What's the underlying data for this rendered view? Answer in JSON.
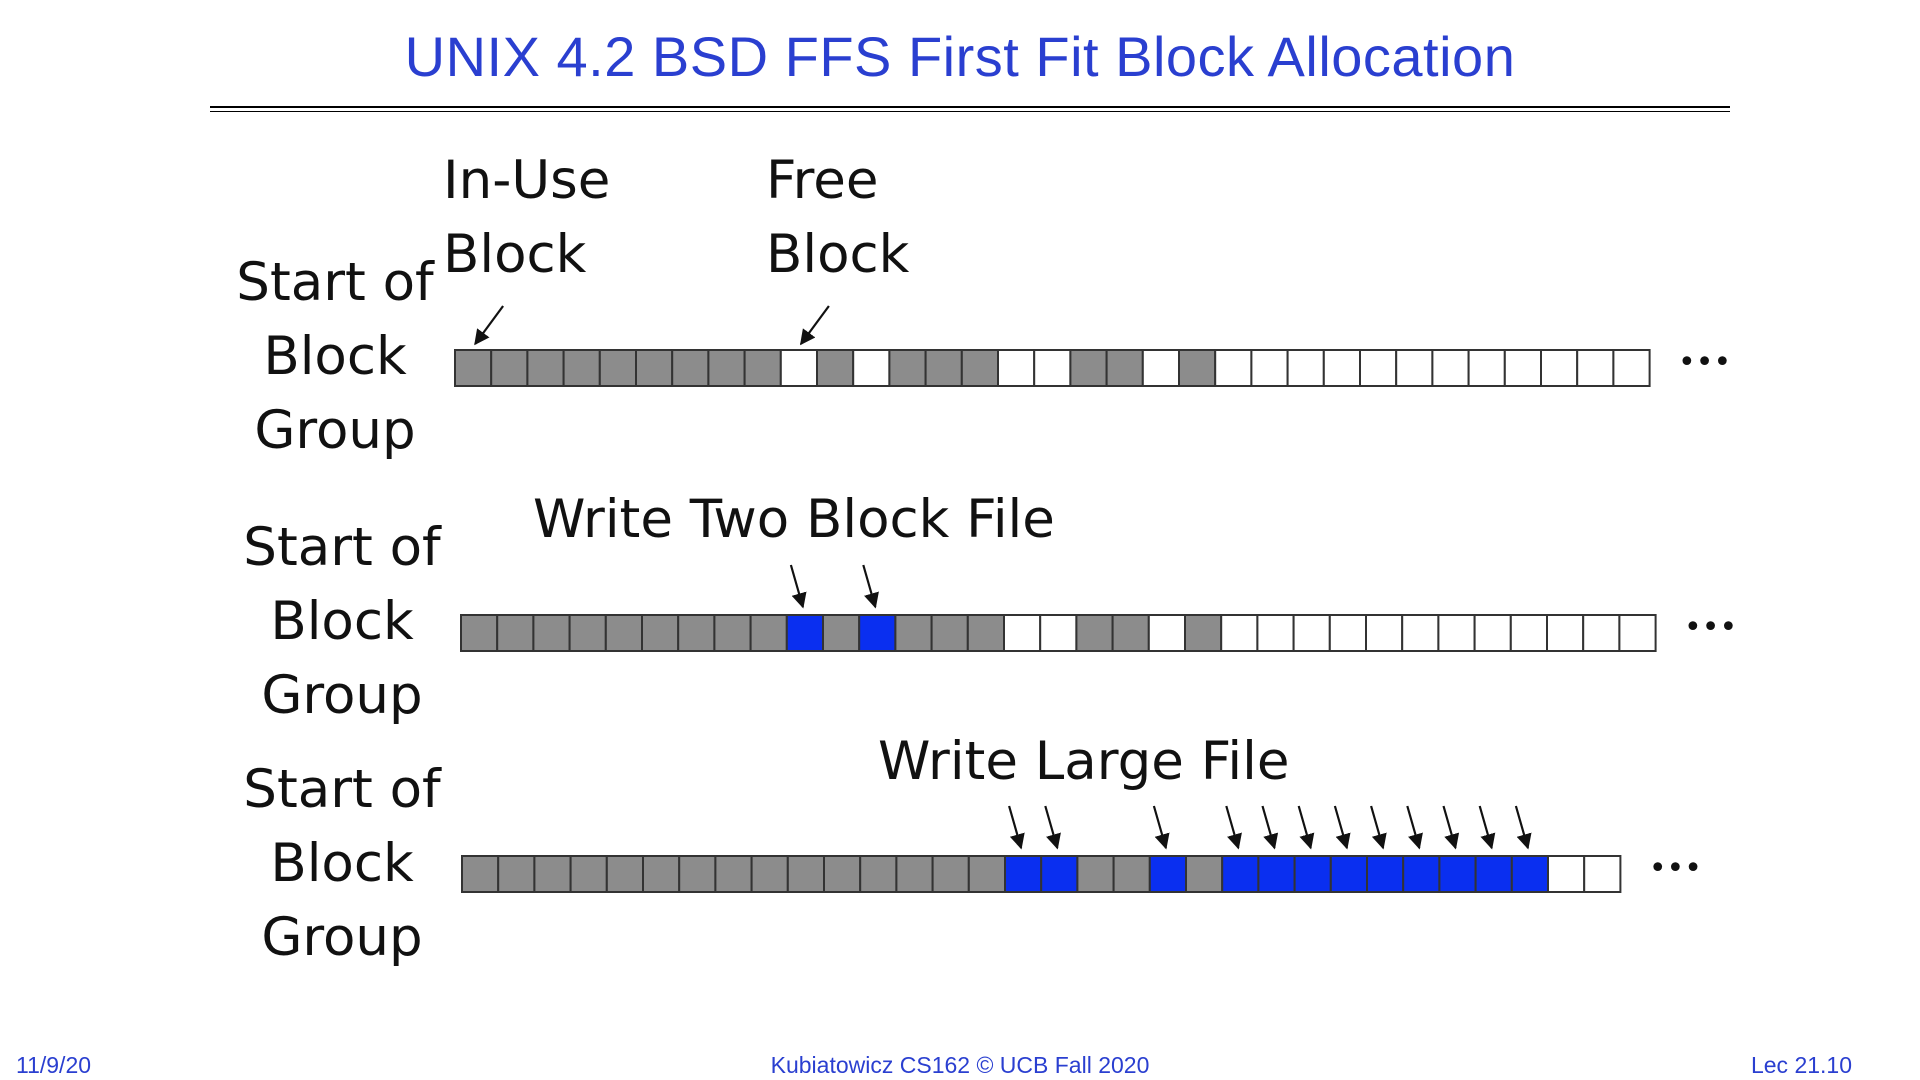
{
  "slide": {
    "title": "UNIX 4.2 BSD FFS First Fit Block Allocation"
  },
  "colors": {
    "title": "#2a3fd0",
    "in_use": "#8c8c8c",
    "free": "#ffffff",
    "newly_written": "#0a2ff0",
    "border": "#333333"
  },
  "rows": [
    {
      "label_lines": [
        "Start of",
        "Block",
        "Group"
      ],
      "blocks": "UUUUUUUUUFUFUUUFFUUFUFFFFFFFFFFFF",
      "annotation": "",
      "callouts": [
        {
          "lines": [
            "In-Use",
            "Block"
          ],
          "target_block": 0
        },
        {
          "lines": [
            "Free",
            "Block"
          ],
          "target_block": 9
        }
      ],
      "ellipsis": "•••"
    },
    {
      "label_lines": [
        "Start of",
        "Block",
        "Group"
      ],
      "blocks": "UUUUUUUUUNUNUUUFFUUFUFFFFFFFFFFFF",
      "annotation": "Write Two Block File",
      "arrow_targets": [
        9,
        11
      ],
      "ellipsis": "•••"
    },
    {
      "label_lines": [
        "Start of",
        "Block",
        "Group"
      ],
      "blocks": "UUUUUUUUUUUUUUUNNUUNUNNNNNNNNNFF",
      "annotation": "Write Large File",
      "arrow_targets": [
        15,
        16,
        19,
        21,
        22,
        23,
        24,
        25,
        26,
        27,
        28,
        29
      ],
      "ellipsis": "•••"
    }
  ],
  "footer": {
    "date": "11/9/20",
    "center": "Kubiatowicz CS162 © UCB Fall 2020",
    "lecture": "Lec 21.10"
  }
}
